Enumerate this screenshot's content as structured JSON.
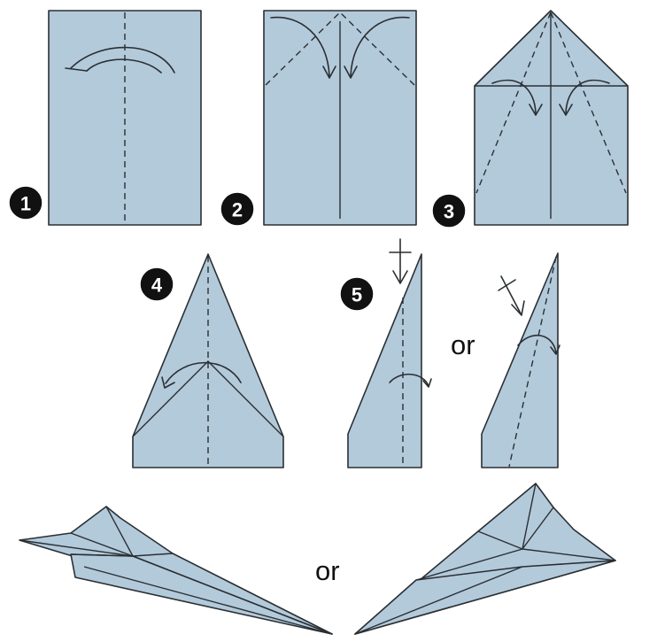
{
  "steps": [
    "1",
    "2",
    "3",
    "4",
    "5"
  ],
  "connector_text": "or",
  "colors": {
    "paper": "#b3cadb",
    "line": "#2a2f33",
    "badge": "#111111"
  }
}
